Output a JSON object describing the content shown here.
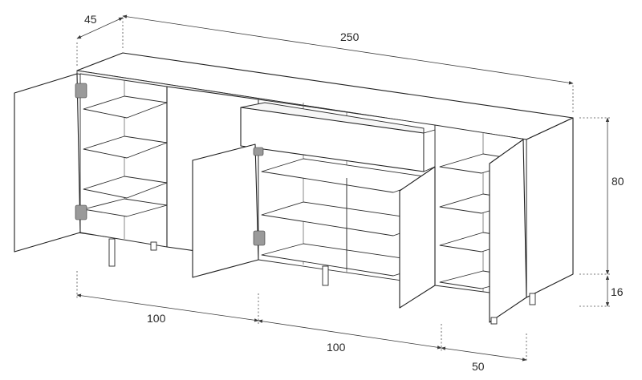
{
  "dimensions": {
    "depth": "45",
    "width": "250",
    "height": "80",
    "leg_height": "16",
    "section_left": "100",
    "section_middle": "100",
    "section_right": "50"
  }
}
